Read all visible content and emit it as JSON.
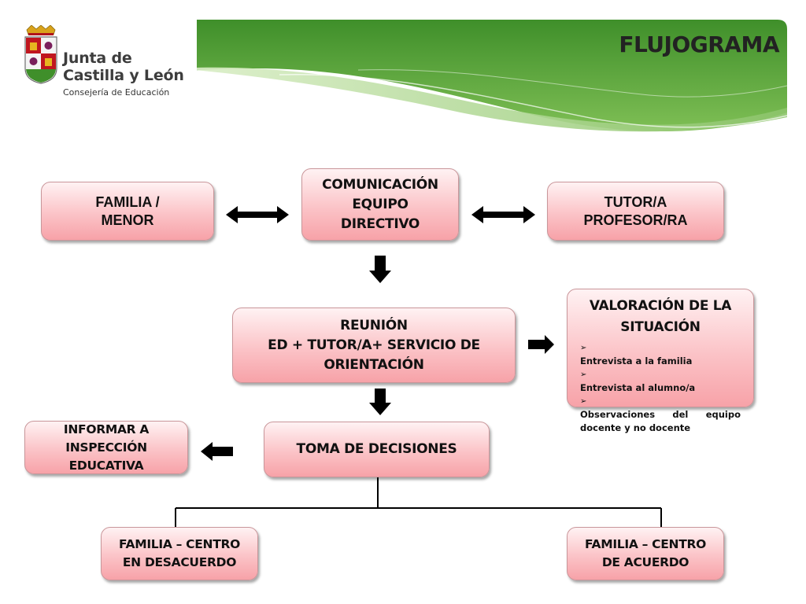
{
  "header": {
    "title": "FLUJOGRAMA",
    "logo": {
      "line1": "Junta de",
      "line2": "Castilla y León",
      "line3": "Consejería de Educación",
      "icon": "coat-of-arms-icon"
    },
    "banner_color": "#5ea63a"
  },
  "nodes": {
    "familia": {
      "lines": [
        "FAMILIA /",
        "MENOR"
      ]
    },
    "comunicacion": {
      "lines": [
        "COMUNICACIÓN",
        "EQUIPO",
        "DIRECTIVO"
      ]
    },
    "tutor": {
      "lines": [
        "TUTOR/A",
        "PROFESOR/RA"
      ]
    },
    "reunion": {
      "lines": [
        "REUNIÓN",
        "ED + TUTOR/A+ SERVICIO DE",
        "ORIENTACIÓN"
      ]
    },
    "valoracion": {
      "title_lines": [
        "VALORACIÓN DE LA",
        "SITUACIÓN"
      ],
      "items": [
        "Entrevista a la familia",
        "Entrevista al alumno/a",
        "Observaciones del equipo docente y no docente"
      ]
    },
    "informar": {
      "lines": [
        "INFORMAR A",
        "INSPECCIÓN",
        "EDUCATIVA"
      ]
    },
    "toma": {
      "lines": [
        "TOMA DE DECISIONES"
      ]
    },
    "desacuerdo": {
      "lines": [
        "FAMILIA – CENTRO",
        "EN DESACUERDO"
      ]
    },
    "acuerdo": {
      "lines": [
        "FAMILIA – CENTRO",
        "DE ACUERDO"
      ]
    }
  },
  "edges": [
    {
      "from": "familia",
      "to": "comunicacion",
      "type": "double-arrow"
    },
    {
      "from": "comunicacion",
      "to": "tutor",
      "type": "double-arrow"
    },
    {
      "from": "comunicacion",
      "to": "reunion",
      "type": "arrow"
    },
    {
      "from": "reunion",
      "to": "valoracion",
      "type": "arrow"
    },
    {
      "from": "reunion",
      "to": "toma",
      "type": "arrow"
    },
    {
      "from": "toma",
      "to": "informar",
      "type": "arrow"
    },
    {
      "from": "toma",
      "to": "desacuerdo",
      "type": "line"
    },
    {
      "from": "toma",
      "to": "acuerdo",
      "type": "line"
    }
  ],
  "colors": {
    "node_fill_top": "#fff2f3",
    "node_fill_bottom": "#f7a2a8",
    "node_border": "#c9969a",
    "arrow": "#000000"
  }
}
